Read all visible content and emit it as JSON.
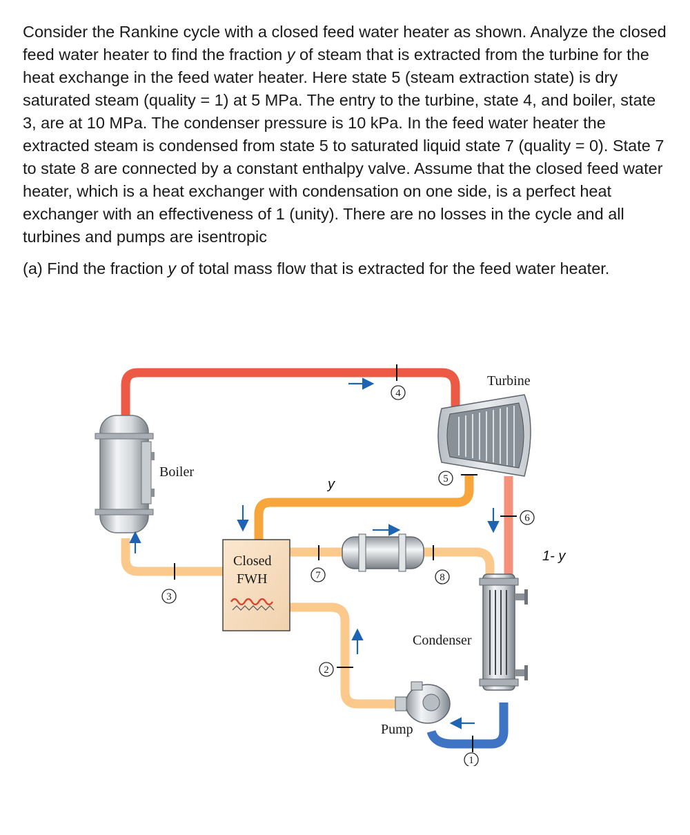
{
  "problem": {
    "p1_a": "Consider the Rankine cycle with a closed feed water heater as shown. Analyze the closed feed water heater to find the fraction ",
    "p1_var": "y",
    "p1_b": " of steam that is extracted from the turbine for the heat exchange in the feed water heater. Here state 5 (steam extraction state) is dry saturated steam (quality = 1) at 5 MPa. The entry to the turbine, state 4, and boiler, state 3, are at 10 MPa. The condenser pressure is 10 kPa. In the feed water heater the extracted steam is condensed from state 5 to saturated liquid state 7 (quality = 0). State 7 to state 8 are connected by a constant enthalpy valve. Assume that the closed feed water heater, which is a heat exchanger with condensation on one side, is a perfect heat exchanger with an effectiveness of 1 (unity). There are no losses in the cycle and all turbines and pumps are isentropic",
    "q_a": "(a) Find the fraction ",
    "q_var": "y",
    "q_b": " of total mass flow that is extracted for the feed water heater."
  },
  "diagram": {
    "labels": {
      "turbine": "Turbine",
      "boiler": "Boiler",
      "fwh_line1": "Closed",
      "fwh_line2": "FWH",
      "condenser": "Condenser",
      "pump": "Pump",
      "y": "y",
      "one_minus_y": "1- y"
    },
    "states": [
      "1",
      "2",
      "3",
      "4",
      "5",
      "6",
      "7",
      "8"
    ],
    "colors": {
      "hot_steam": "#ec5a45",
      "extraction": "#f6a63b",
      "turbine_exhaust": "#f5907a",
      "feedwater": "#fbc98c",
      "cold_water": "#3f74c4",
      "arrow": "#1f63b5"
    }
  }
}
